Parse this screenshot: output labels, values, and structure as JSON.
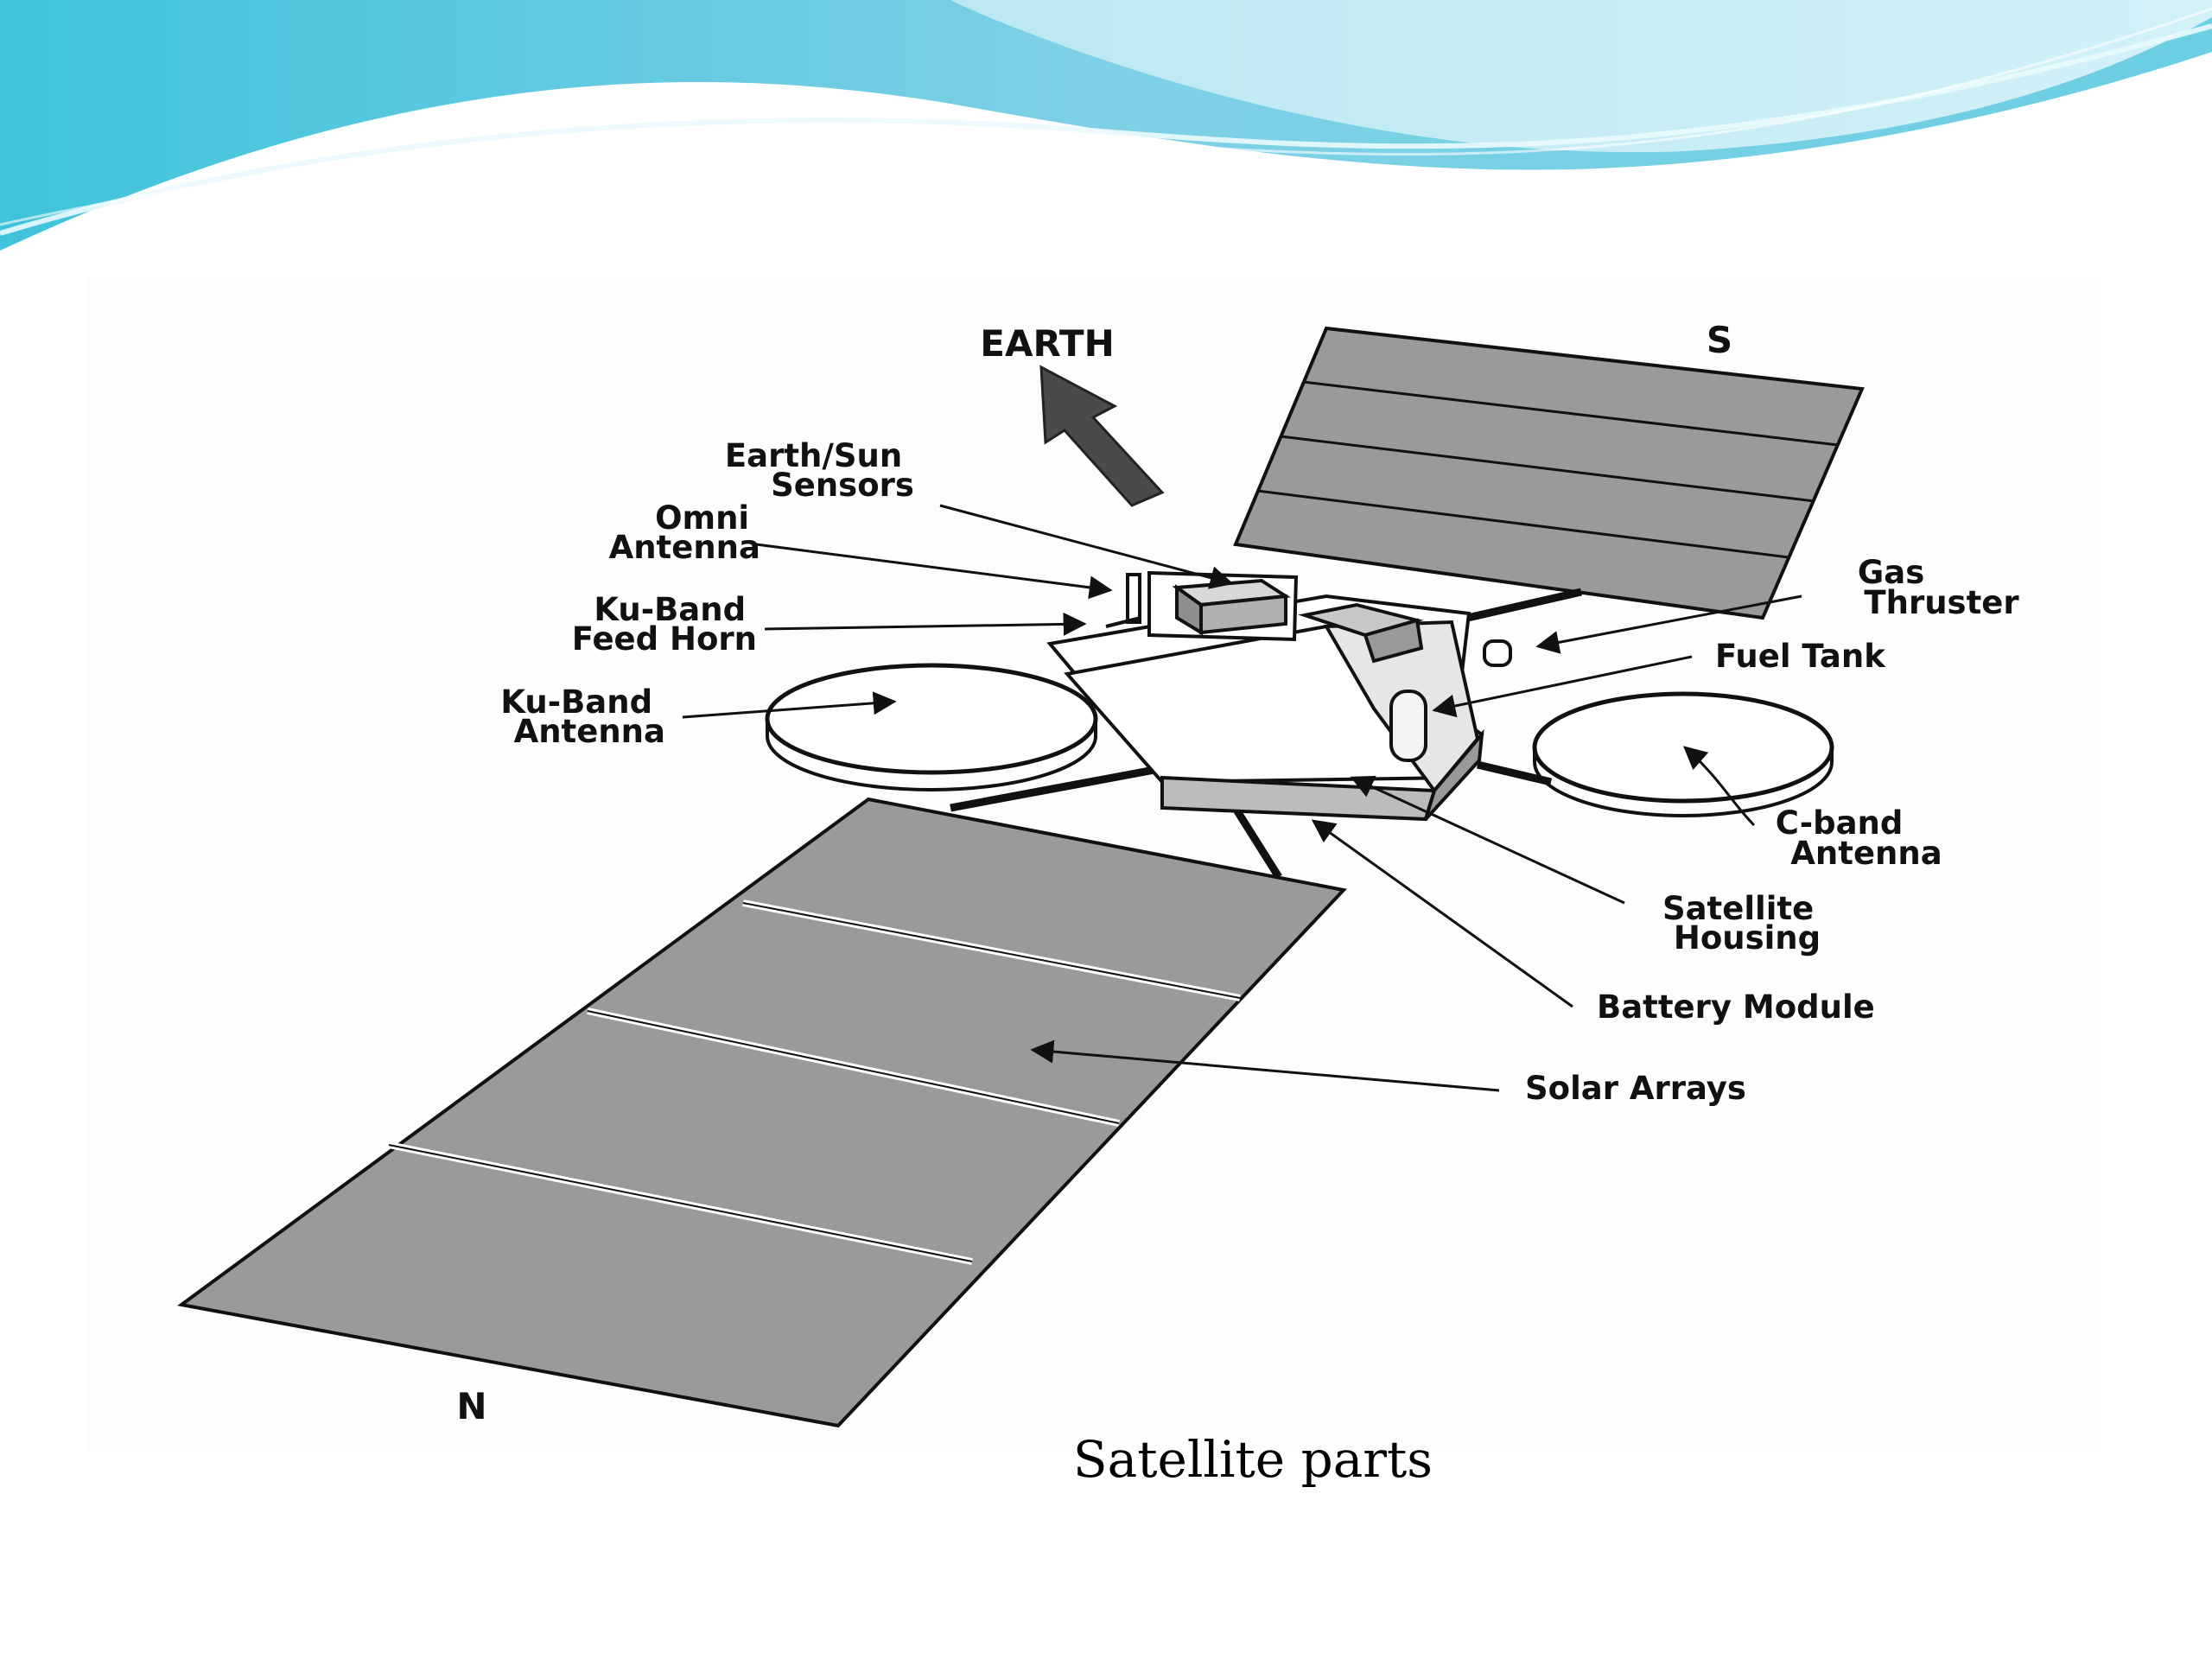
{
  "diagram": {
    "direction_label": "EARTH",
    "south_label": "S",
    "north_label": "N",
    "labels": {
      "earth_sun_sensors": [
        "Earth/Sun",
        "Sensors"
      ],
      "omni_antenna": [
        "Omni",
        "Antenna"
      ],
      "ku_band_feed_horn": [
        "Ku-Band",
        "Feed Horn"
      ],
      "ku_band_antenna": [
        "Ku-Band",
        "Antenna"
      ],
      "gas_thruster": [
        "Gas",
        "Thruster"
      ],
      "fuel_tank": [
        "Fuel Tank"
      ],
      "c_band_antenna": [
        "C-band",
        "Antenna"
      ],
      "satellite_housing": [
        "Satellite",
        "Housing"
      ],
      "battery_module": [
        "Battery Module"
      ],
      "solar_arrays": [
        "Solar Arrays"
      ]
    }
  },
  "caption": "Satellite parts",
  "colors": {
    "banner_light": "#c9eef5",
    "banner_mid": "#8dd7e8",
    "banner_dark": "#4cbfd9",
    "panel_fill": "#9a9a9a",
    "line": "#111111"
  }
}
